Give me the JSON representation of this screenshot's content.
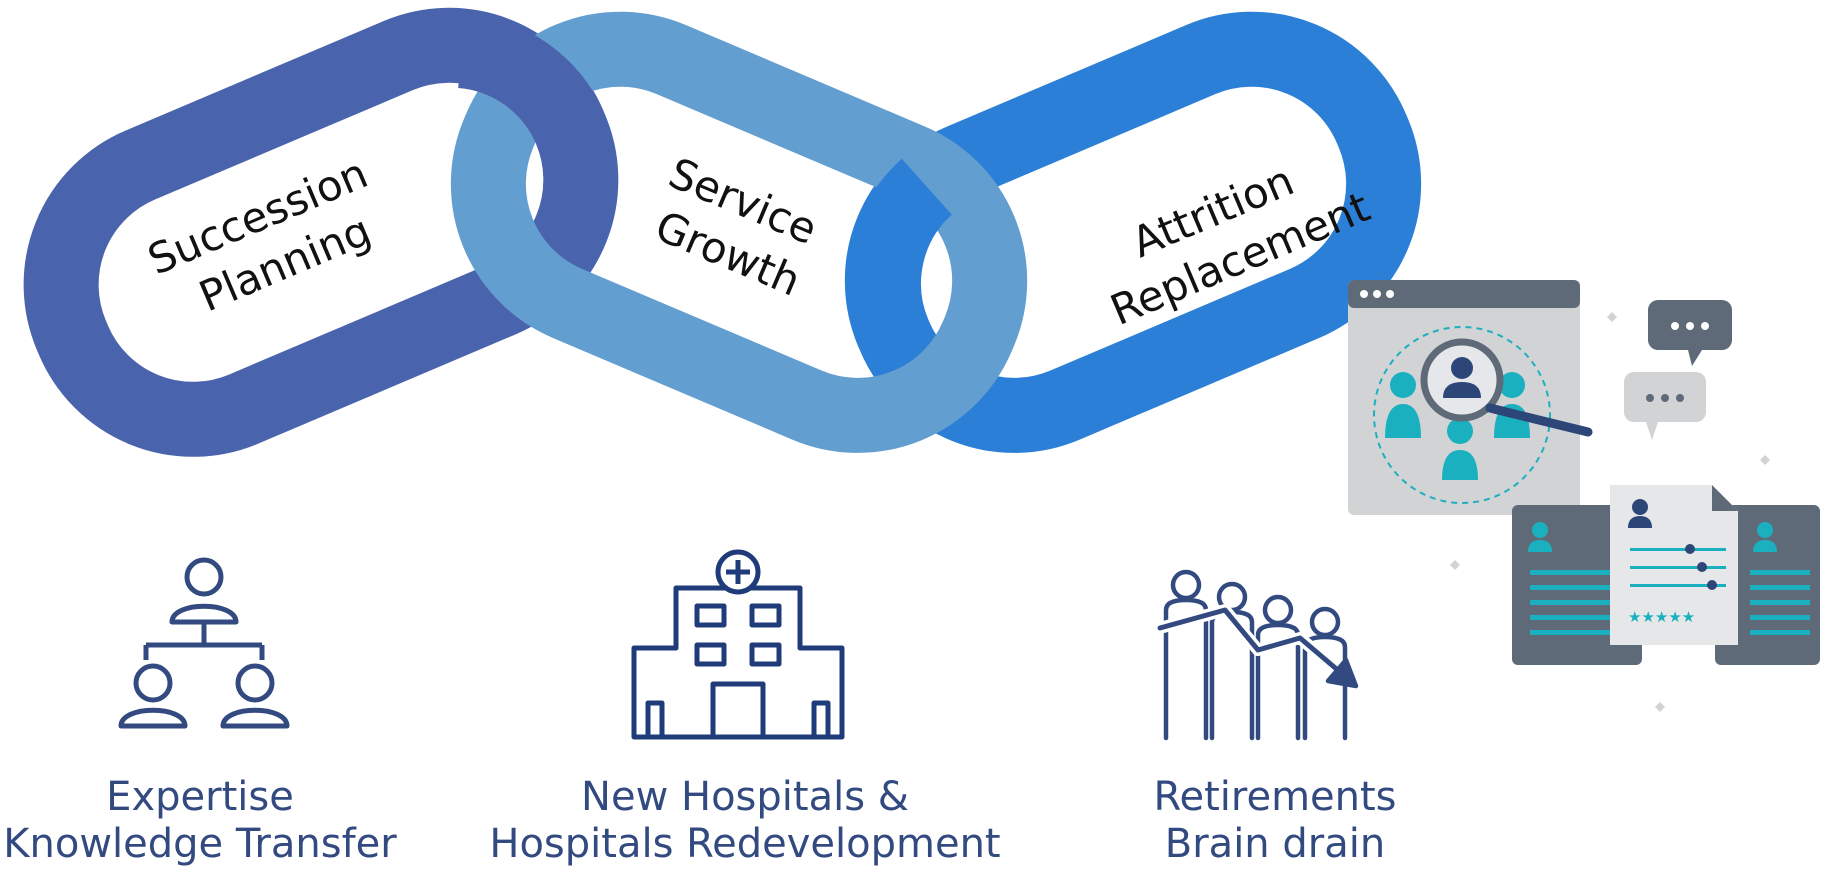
{
  "links": [
    {
      "id": "succession",
      "line1": "Succession",
      "line2": "Planning",
      "color": "#4a63ad"
    },
    {
      "id": "service",
      "line1": "Service",
      "line2": "Growth",
      "color": "#639ed1"
    },
    {
      "id": "attrition",
      "line1": "Attrition",
      "line2": "Replacement",
      "color": "#2b7fd6"
    }
  ],
  "captions": [
    {
      "line1": "Expertise",
      "line2": "Knowledge Transfer"
    },
    {
      "line1": "New Hospitals &",
      "line2": "Hospitals Redevelopment"
    },
    {
      "line1": "Retirements",
      "line2": "Brain drain"
    }
  ],
  "icons": {
    "org_chart": "org-chart-icon",
    "hospital": "hospital-icon",
    "decline": "decline-people-icon",
    "recruitment": "recruitment-search-icon"
  },
  "colors": {
    "icon_stroke": "#334a80",
    "teal": "#1bb0c0",
    "panel_gray": "#c9cacc",
    "dark_gray": "#5e6b77"
  }
}
